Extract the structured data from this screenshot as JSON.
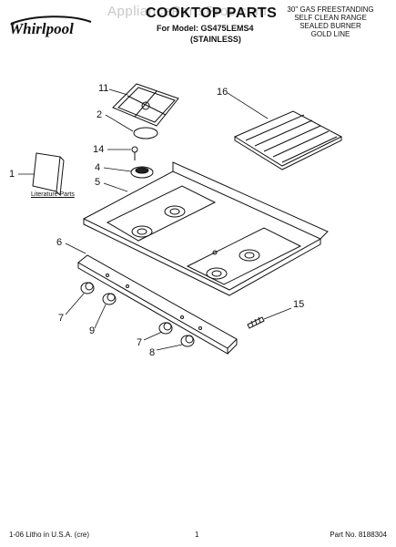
{
  "watermark": "AppliancePartsPros.com",
  "brand": "Whirlpool",
  "title": "COOKTOP PARTS",
  "model_line": "For Model: GS475LEMS4",
  "variant": "(STAINLESS)",
  "description": [
    "30\" GAS FREESTANDING",
    "SELF CLEAN RANGE",
    "SEALED BURNER",
    "GOLD LINE"
  ],
  "literature_label": "Literature Parts",
  "callouts": [
    "11",
    "16",
    "2",
    "14",
    "4",
    "1",
    "5",
    "6",
    "7",
    "9",
    "15",
    "7",
    "8"
  ],
  "footer": {
    "left": "1-06 Litho in U.S.A. (cre)",
    "center": "1",
    "right": "Part No. 8188304"
  }
}
